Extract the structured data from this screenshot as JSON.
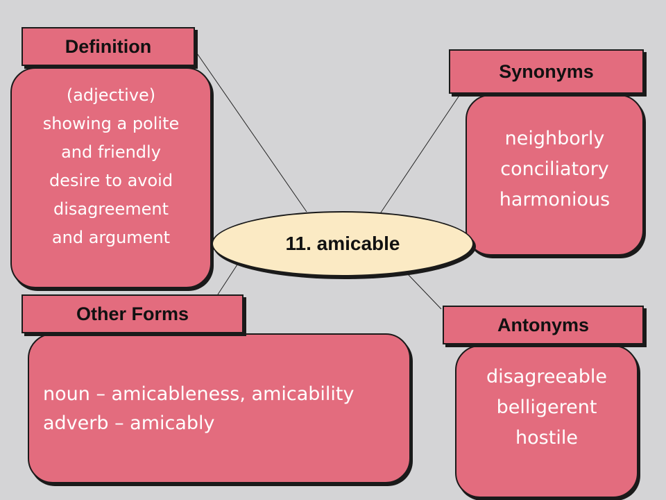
{
  "center": {
    "label": "11. amicable"
  },
  "definition": {
    "title": "Definition",
    "lines": [
      "(adjective)",
      "showing a polite",
      "and friendly",
      "desire to avoid",
      "disagreement",
      "and argument"
    ]
  },
  "synonyms": {
    "title": "Synonyms",
    "lines": [
      "neighborly",
      "conciliatory",
      "harmonious"
    ]
  },
  "other_forms": {
    "title": "Other Forms",
    "lines": [
      "noun – amicableness, amicability",
      "adverb – amicably"
    ]
  },
  "antonyms": {
    "title": "Antonyms",
    "lines": [
      "disagreeable",
      "belligerent",
      "hostile"
    ]
  },
  "colors": {
    "background": "#d4d4d6",
    "box_fill": "#e36c7e",
    "center_fill": "#fbeac4",
    "outline": "#1a1a1a"
  }
}
